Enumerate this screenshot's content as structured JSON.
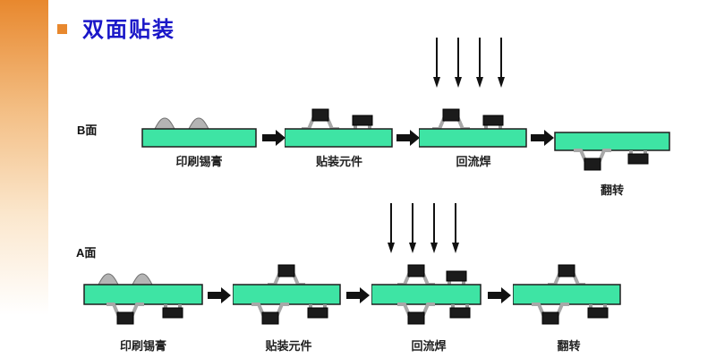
{
  "title": "双面贴装",
  "colors": {
    "board-green": "#3ee4a4",
    "accent-orange": "#e8882e",
    "title-blue": "#1a17c8",
    "label-text": "#1f1f1f"
  },
  "rows": [
    {
      "side_label": "B面",
      "steps": [
        {
          "label": "印刷锡膏"
        },
        {
          "label": "贴装元件"
        },
        {
          "label": "回流焊"
        },
        {
          "label": "翻转"
        }
      ]
    },
    {
      "side_label": "A面",
      "steps": [
        {
          "label": "印刷锡膏"
        },
        {
          "label": "贴装元件"
        },
        {
          "label": "回流焊"
        },
        {
          "label": "翻转"
        }
      ]
    }
  ]
}
